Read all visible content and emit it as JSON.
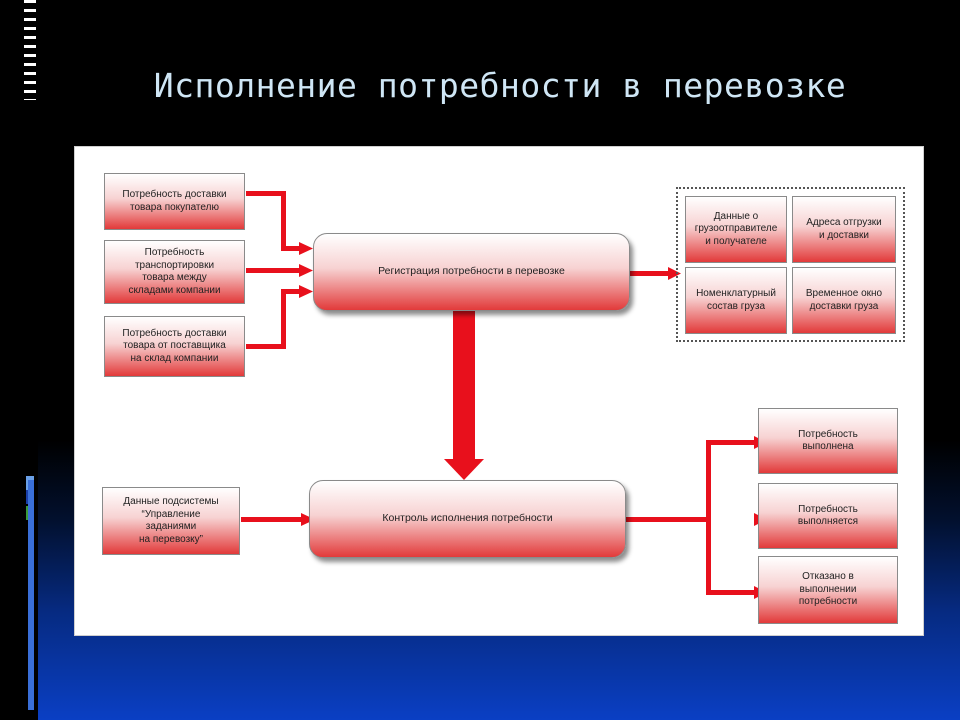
{
  "slide": {
    "title": "Исполнение потребности в перевозке"
  },
  "diagram": {
    "inputs_top": [
      "Потребность доставки\nтовара покупателю",
      "Потребность\nтранспортировки\nтовара между\nскладами компании",
      "Потребность доставки\nтовара от поставщика\nна склад компании"
    ],
    "input_bottom": "Данные подсистемы\n“Управление\nзаданиями\nна перевозку”",
    "process_register": "Регистрация потребности в перевозке",
    "process_control": "Контроль исполнения потребности",
    "data_group": [
      "Данные о\nгрузоотправителе\nи получателе",
      "Адреса отгрузки\nи доставки",
      "Номенклатурный\nсостав груза",
      "Временное окно\nдоставки груза"
    ],
    "outcomes": [
      "Потребность\nвыполнена",
      "Потребность\nвыполняется",
      "Отказано в\nвыполнении\nпотребности"
    ],
    "colors": {
      "arrow": "#e8101c",
      "box_bottom": "#e23a3a"
    }
  }
}
